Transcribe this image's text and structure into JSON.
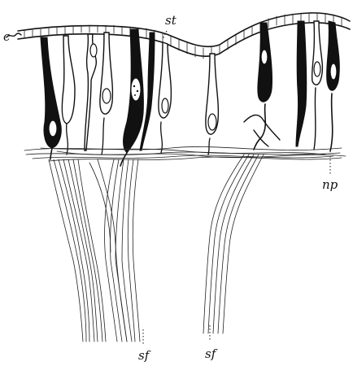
{
  "figure": {
    "labels": {
      "c": "c",
      "st": "st",
      "np": "np",
      "sf_left": "sf",
      "sf_right": "sf"
    }
  }
}
